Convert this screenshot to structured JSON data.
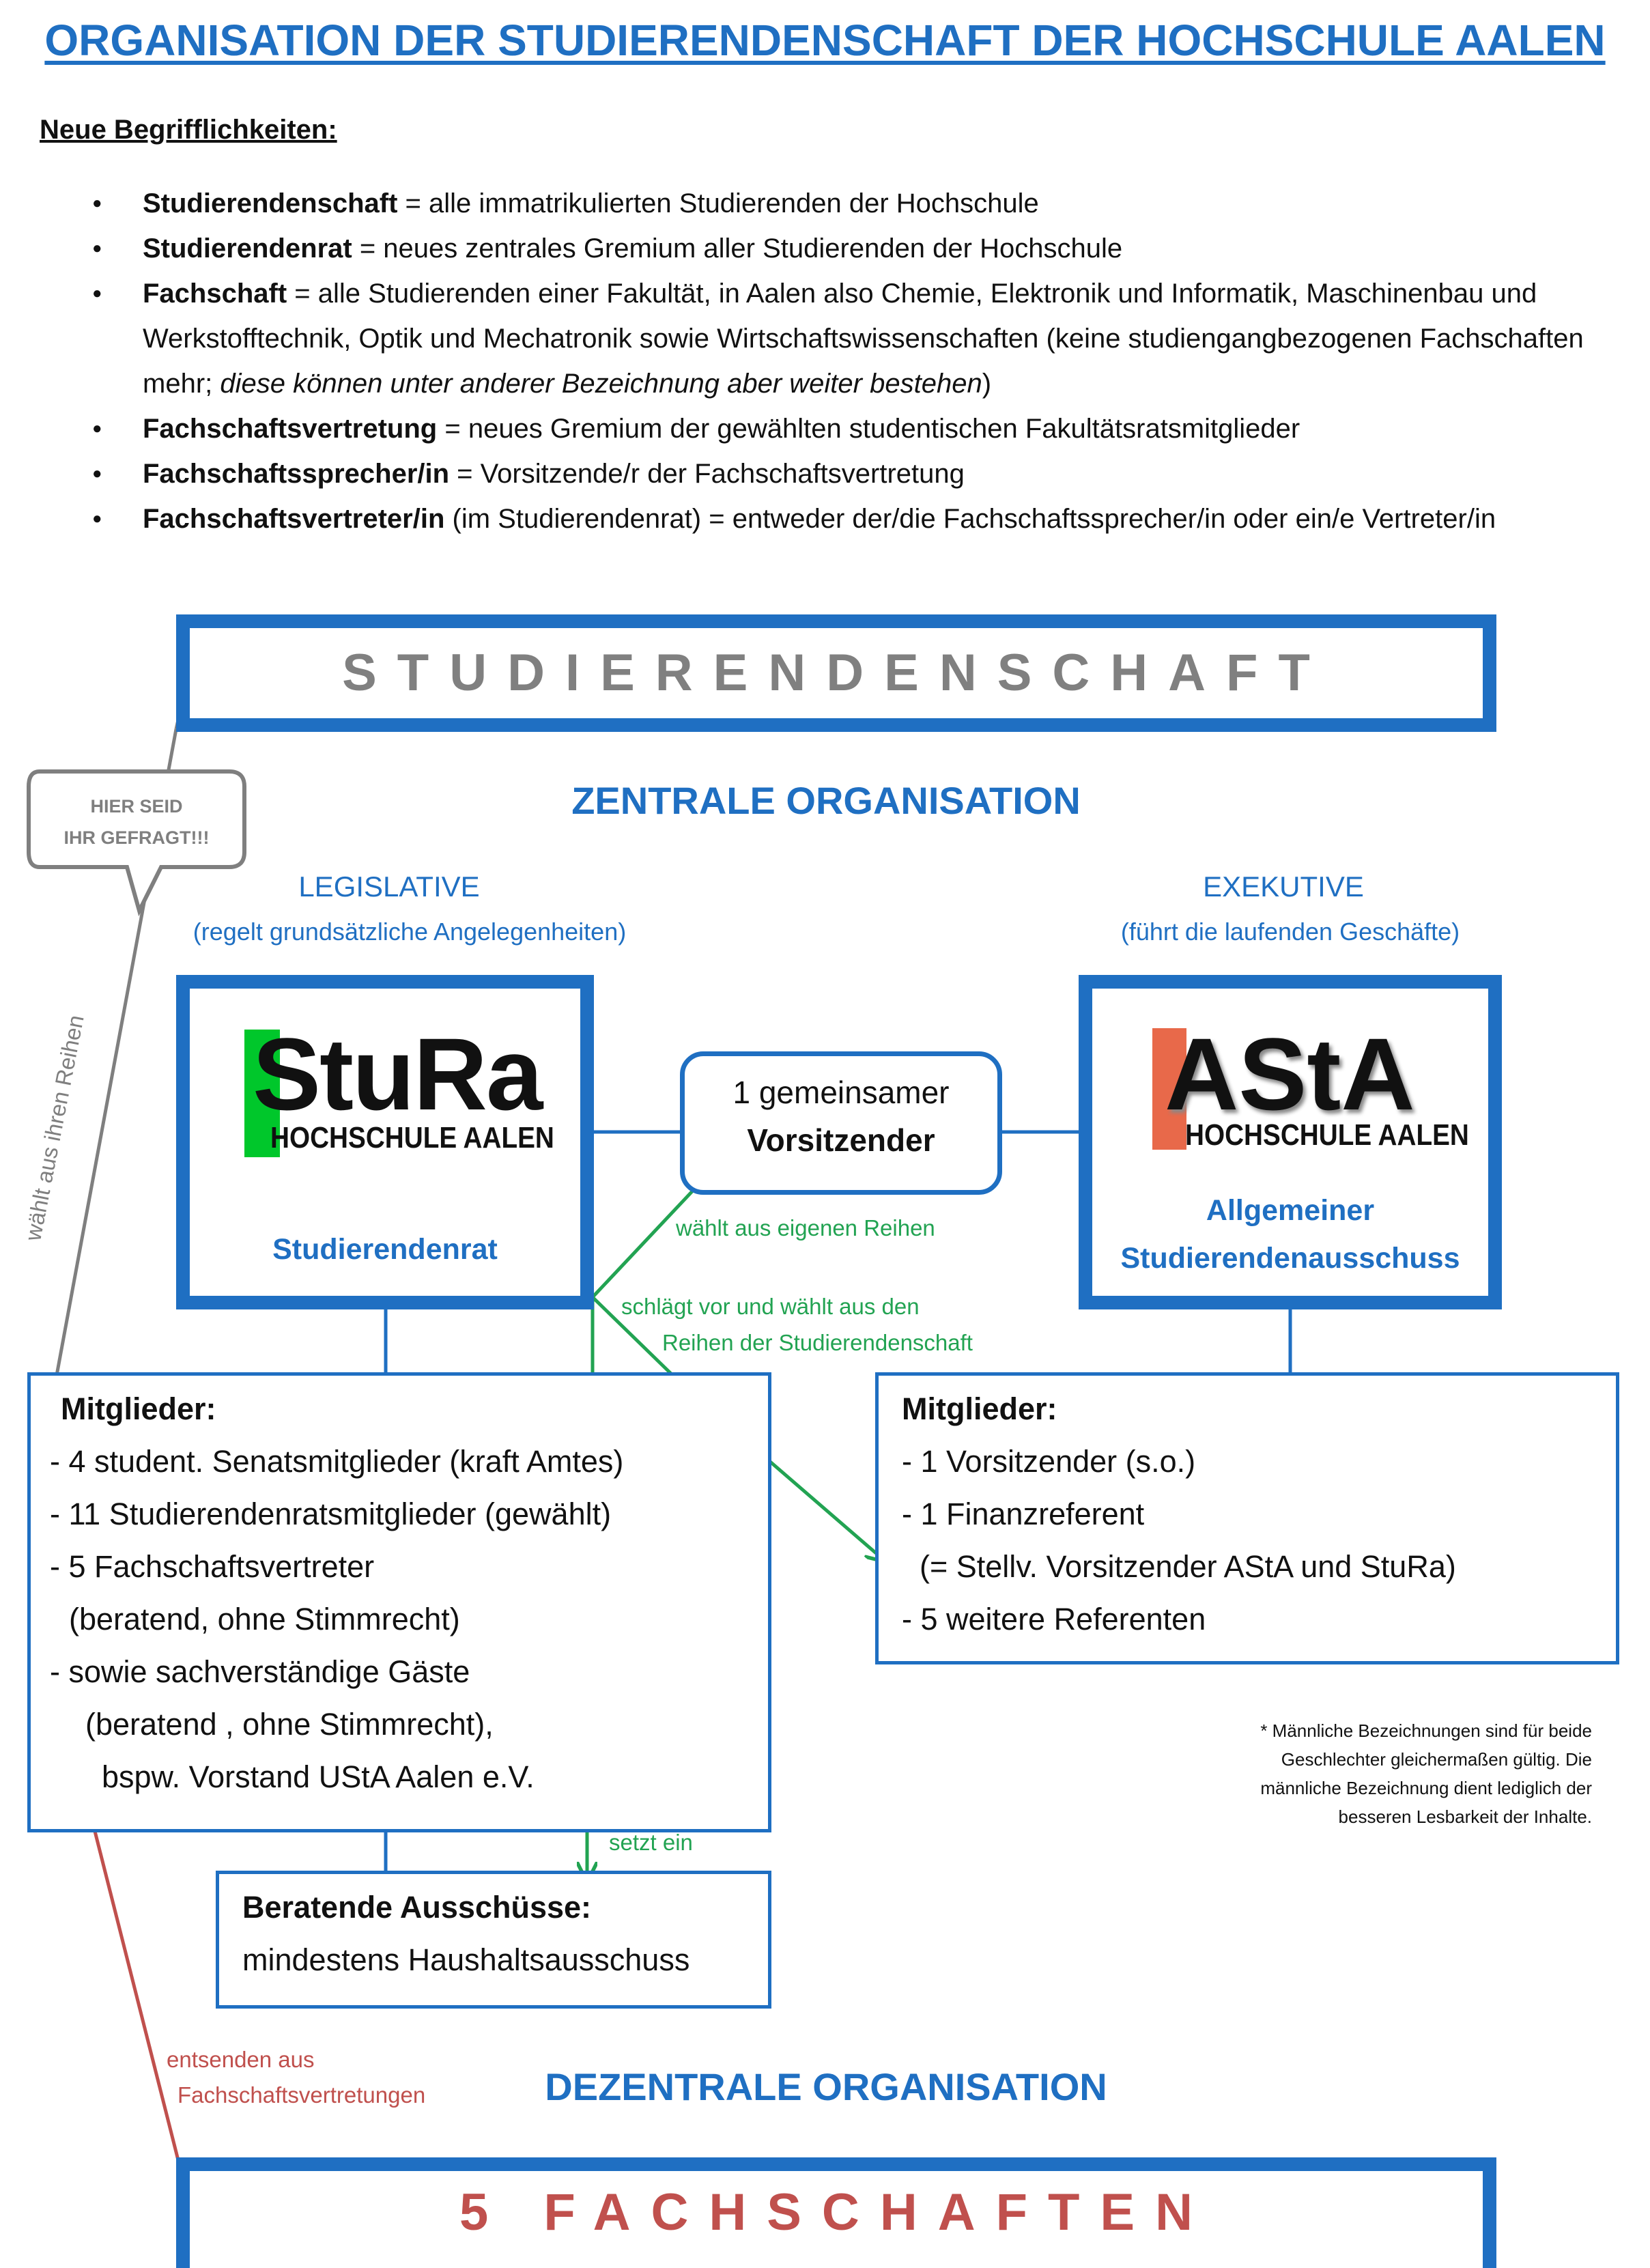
{
  "title": "ORGANISATION DER STUDIERENDENSCHAFT DER HOCHSCHULE AALEN",
  "terms": {
    "heading": "Neue Begrifflichkeiten:",
    "items": [
      {
        "term": "Studierendenschaft",
        "text": " = alle immatrikulierten Studierenden der Hochschule",
        "italic": "",
        "after": ""
      },
      {
        "term": "Studierendenrat",
        "text": " = neues zentrales Gremium aller Studierenden der Hochschule",
        "italic": "",
        "after": ""
      },
      {
        "term": "Fachschaft",
        "text": " = alle Studierenden einer Fakultät, in Aalen also Chemie, Elektronik und Informatik, Maschinenbau und Werkstofftechnik, Optik und Mechatronik sowie Wirtschaftswissenschaften (keine studiengangbezogenen Fachschaften mehr; ",
        "italic": "diese können unter anderer Bezeichnung aber weiter bestehen",
        "after": ")"
      },
      {
        "term": "Fachschaftsvertretung",
        "text": " = neues Gremium der gewählten studentischen Fakultätsratsmitglieder",
        "italic": "",
        "after": ""
      },
      {
        "term": "Fachschaftssprecher/in",
        "text": " = Vorsitzende/r der Fachschaftsvertretung",
        "italic": "",
        "after": ""
      },
      {
        "term": "Fachschaftsvertreter/in",
        "text": " (im Studierendenrat) = entweder der/die Fachschaftssprecher/in oder ein/e Vertreter/in",
        "italic": "",
        "after": ""
      }
    ]
  },
  "colors": {
    "blue": "#1f6fc2",
    "green": "#22a352",
    "red": "#c0504d",
    "gray": "#7f7f7f",
    "stura_green": "#00c72b",
    "asta_orange": "#e8694a"
  },
  "diagram": {
    "studierendenschaft": "STUDIERENDENSCHAFT",
    "speech_bubble": [
      "HIER SEID",
      "IHR GEFRAGT!!!"
    ],
    "zentrale": "ZENTRALE ORGANISATION",
    "legislative": {
      "label": "LEGISLATIVE",
      "sub": "(regelt grundsätzliche Angelegenheiten)"
    },
    "exekutive": {
      "label": "EXEKUTIVE",
      "sub": "(führt die laufenden Geschäfte)"
    },
    "stura": {
      "logo": "StuRa",
      "logo_sub": "HOCHSCHULE AALEN",
      "caption": "Studierendenrat"
    },
    "asta": {
      "logo": "AStA",
      "logo_sub": "HOCHSCHULE AALEN",
      "caption_line1": "Allgemeiner",
      "caption_line2": "Studierendenausschuss"
    },
    "vorsitzender": {
      "line1": "1 gemeinsamer",
      "line2": "Vorsitzender"
    },
    "notes": {
      "waehlt_eigene": "wählt aus eigenen Reihen",
      "schlaegt_vor_1": "schlägt vor und wählt aus den",
      "schlaegt_vor_2": "Reihen der Studierendenschaft",
      "waehlt_ihren": "wählt aus ihren Reihen",
      "setzt_ein": "setzt ein",
      "entsenden_1": "entsenden aus",
      "entsenden_2": "Fachschaftsvertretungen"
    },
    "stura_members": {
      "head": "Mitglieder:",
      "lines": [
        "- 4 student. Senatsmitglieder (kraft Amtes)",
        "- 11 Studierendenratsmitglieder (gewählt)",
        "- 5 Fachschaftsvertreter",
        "(beratend, ohne Stimmrecht)",
        "- sowie sachverständige Gäste",
        "(beratend , ohne Stimmrecht),",
        "bspw. Vorstand UStA Aalen e.V."
      ]
    },
    "asta_members": {
      "head": "Mitglieder:",
      "lines": [
        "- 1 Vorsitzender (s.o.)",
        "- 1 Finanzreferent",
        "(= Stellv. Vorsitzender AStA und StuRa)",
        "- 5 weitere Referenten"
      ]
    },
    "ausschuesse": {
      "head": "Beratende Ausschüsse:",
      "line": "mindestens Haushaltsausschuss"
    },
    "footnote": [
      "* Männliche Bezeichnungen sind für beide",
      "Geschlechter gleichermaßen gültig. Die",
      "männliche Bezeichnung dient lediglich der",
      "besseren Lesbarkeit der Inhalte."
    ],
    "dezentrale": "DEZENTRALE ORGANISATION",
    "fachschaften": "5 FACHSCHAFTEN"
  }
}
